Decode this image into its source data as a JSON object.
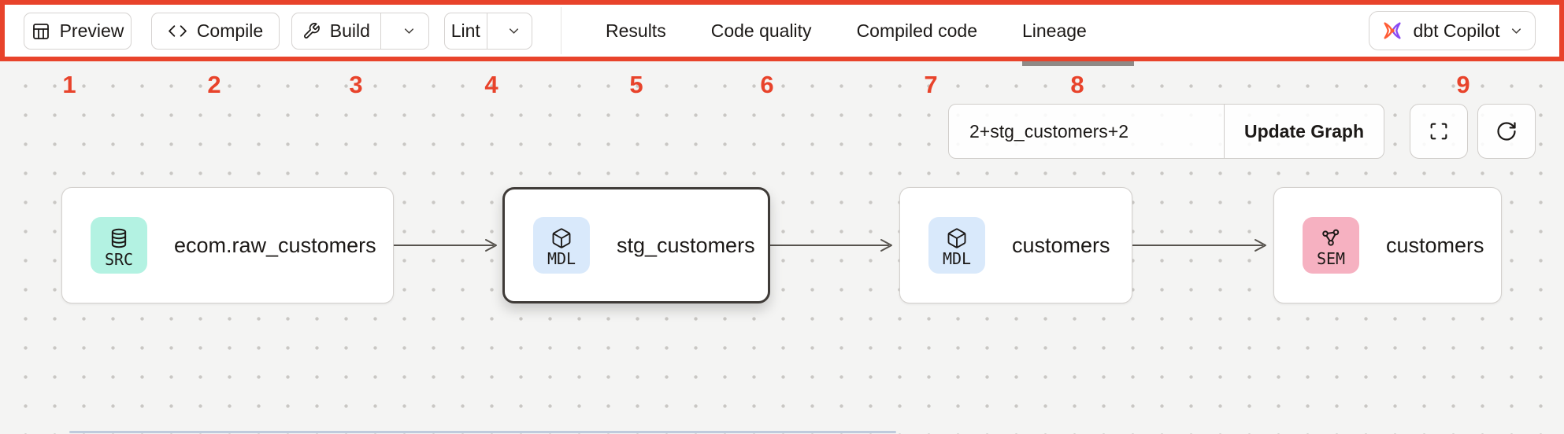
{
  "annotation": {
    "highlight_color": "#e8432b",
    "numbers": [
      "1",
      "2",
      "3",
      "4",
      "5",
      "6",
      "7",
      "8",
      "9"
    ]
  },
  "toolbar": {
    "buttons": {
      "preview": {
        "label": "Preview",
        "icon": "table-icon"
      },
      "compile": {
        "label": "Compile",
        "icon": "code-icon"
      },
      "build": {
        "label": "Build",
        "icon": "wrench-icon",
        "has_dropdown": true
      },
      "lint": {
        "label": "Lint",
        "has_dropdown": true
      }
    },
    "tabs": [
      {
        "label": "Results",
        "active": false
      },
      {
        "label": "Code quality",
        "active": false
      },
      {
        "label": "Compiled code",
        "active": false
      },
      {
        "label": "Lineage",
        "active": true
      }
    ],
    "copilot": {
      "label": "dbt Copilot",
      "icon": "dbt-logo-icon",
      "has_dropdown": true
    }
  },
  "lineage_panel": {
    "selector": {
      "value": "2+stg_customers+2",
      "button_label": "Update Graph"
    },
    "controls": [
      {
        "icon": "maximize-icon"
      },
      {
        "icon": "refresh-icon"
      }
    ],
    "nodes": [
      {
        "badge": "SRC",
        "icon": "database-icon",
        "label": "ecom.raw_customers",
        "selected": false
      },
      {
        "badge": "MDL",
        "icon": "cube-icon",
        "label": "stg_customers",
        "selected": true
      },
      {
        "badge": "MDL",
        "icon": "cube-icon",
        "label": "customers",
        "selected": false
      },
      {
        "badge": "SEM",
        "icon": "network-icon",
        "label": "customers",
        "selected": false
      }
    ],
    "badge_colors": {
      "SRC": "#b3f2e2",
      "MDL": "#d9e9fb",
      "SEM": "#f6b1c1"
    }
  }
}
